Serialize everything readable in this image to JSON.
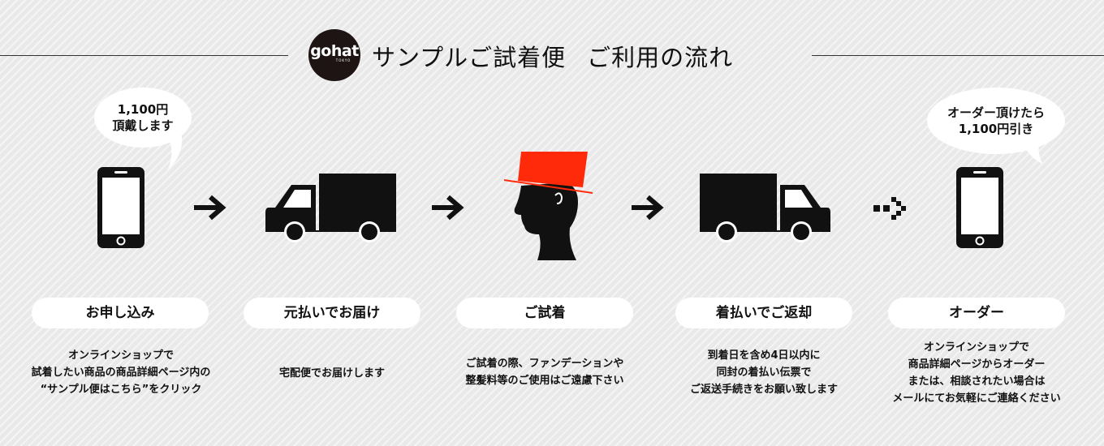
{
  "header": {
    "logo_text": "gohat",
    "logo_sub": "TOKYO",
    "title_part1": "サンプルご試着便",
    "title_part2": "ご利用の流れ"
  },
  "bubbles": [
    {
      "lines": [
        "1,100円",
        "頂戴します"
      ]
    },
    {
      "lines": [
        "オーダー頂けたら",
        "1,100円引き"
      ]
    }
  ],
  "steps": [
    {
      "label": "お申し込み",
      "icon": "smartphone-icon",
      "desc": [
        "オンラインショップで",
        "試着したい商品の商品詳細ページ内の",
        "“サンプル便はこちら”をクリック"
      ]
    },
    {
      "label": "元払いでお届け",
      "icon": "delivery-truck-icon",
      "desc": [
        "宅配便でお届けします"
      ]
    },
    {
      "label": "ご試着",
      "icon": "head-with-hat-icon",
      "desc": [
        "ご試着の際、ファンデーションや",
        "整髪料等のご使用はご遠慮下さい"
      ]
    },
    {
      "label": "着払いでご返却",
      "icon": "return-truck-icon",
      "desc": [
        "到着日を含め4日以内に",
        "同封の着払い伝票で",
        "ご返送手続きをお願い致します"
      ]
    },
    {
      "label": "オーダー",
      "icon": "smartphone-icon",
      "desc": [
        "オンラインショップで",
        "商品詳細ページからオーダー",
        "または、相談されたい場合は",
        "メールにてお気軽にご連絡ください"
      ]
    }
  ],
  "colors": {
    "hat": "#ff2a0a",
    "icon": "#111111",
    "background": "#e9e9e9"
  }
}
